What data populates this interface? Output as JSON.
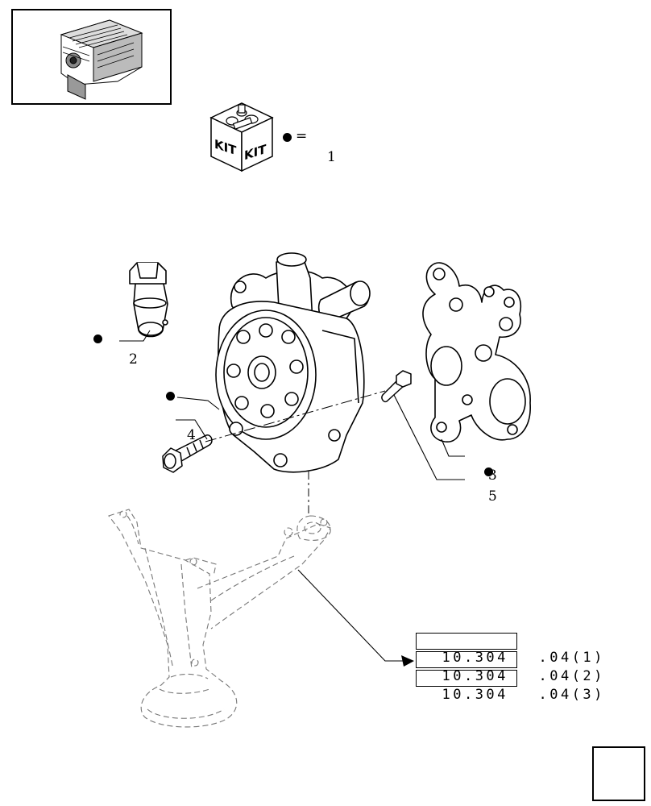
{
  "kit_legend": {
    "equals": "=",
    "kit_text_left": "KIT",
    "kit_text_right": "KIT",
    "number": "1"
  },
  "callouts": {
    "c2": "2",
    "c3": "3",
    "c4": "4",
    "c5": "5"
  },
  "references": [
    {
      "main": "10.304",
      "suffix": ".04(1)"
    },
    {
      "main": "10.304",
      "suffix": ".04(2)"
    },
    {
      "main": "10.304",
      "suffix": ".04(3)"
    }
  ],
  "icons": {
    "thumbnail": "engine-thumbnail-icon",
    "kit": "kit-box-icon",
    "nav": "next-page-arrow-icon"
  }
}
